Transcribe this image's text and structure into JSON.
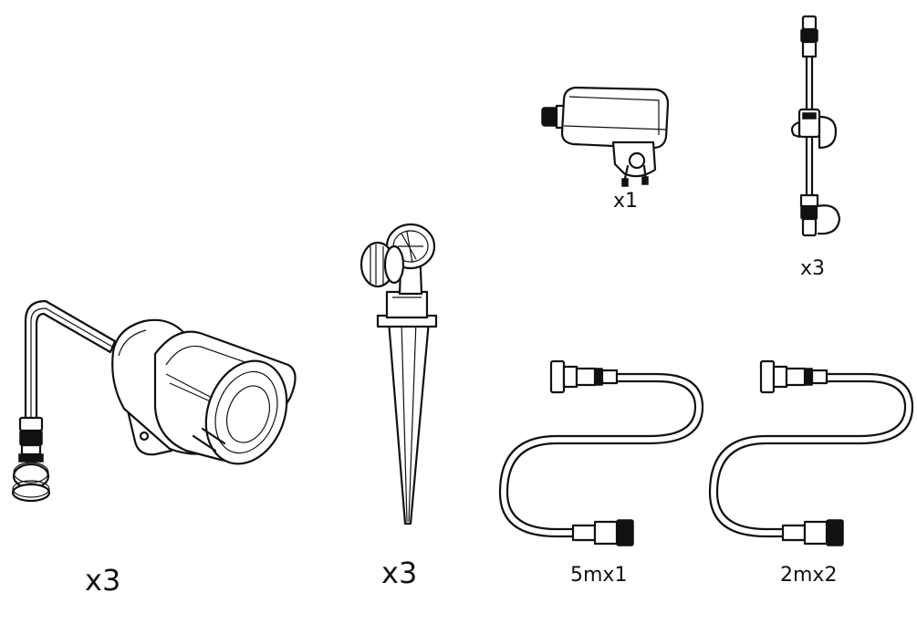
{
  "items": [
    {
      "id": "spotlight",
      "icon": "spotlight-fixture-icon",
      "quantity": "x3"
    },
    {
      "id": "ground-spike",
      "icon": "ground-spike-icon",
      "quantity": "x3"
    },
    {
      "id": "power-adapter",
      "icon": "power-adapter-icon",
      "quantity": "x1"
    },
    {
      "id": "t-connector",
      "icon": "t-connector-cable-icon",
      "quantity": "x3"
    },
    {
      "id": "cable-5m",
      "icon": "extension-cable-icon",
      "quantity": "5mx1"
    },
    {
      "id": "cable-2m",
      "icon": "extension-cable-icon",
      "quantity": "2mx2"
    }
  ],
  "colors": {
    "line": "#111111",
    "background": "#ffffff"
  }
}
